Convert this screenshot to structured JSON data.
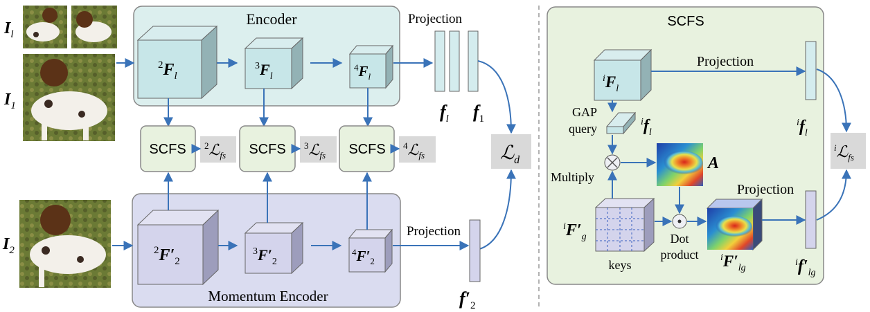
{
  "encoder": {
    "title": "Encoder",
    "feat2_sup": "2",
    "feat2_sub": "l",
    "feat3_sup": "3",
    "feat3_sub": "l",
    "feat4_sup": "4",
    "feat4_sub": "l"
  },
  "momentum": {
    "title": "Momentum Encoder",
    "feat2_sup": "2",
    "feat2_sub": "2",
    "feat3_sup": "3",
    "feat3_sub": "2",
    "feat4_sup": "4",
    "feat4_sub": "2"
  },
  "inputs": {
    "il_sub": "l",
    "i1_sub": "1",
    "i2_sub": "2"
  },
  "scfs_blocks": {
    "label": "SCFS",
    "loss2_sup": "2",
    "loss3_sup": "3",
    "loss4_sup": "4",
    "loss_sub": "fs"
  },
  "projection_top": "Projection",
  "projection_bottom": "Projection",
  "f_l_sub": "l",
  "f_1_sub": "1",
  "f_2_sub": "2",
  "loss_d_sub": "d",
  "panel": {
    "title": "SCFS",
    "feat_sup": "i",
    "feat_sub": "l",
    "projection_top": "Projection",
    "projection_bottom": "Projection",
    "gap": "GAP",
    "query": "query",
    "query_sup": "i",
    "query_sub": "l",
    "multiply": "Multiply",
    "attn": "A",
    "keys_sup": "i",
    "keys_sub": "g",
    "keys": "keys",
    "dot": "Dot",
    "product": "product",
    "flg_sup": "i",
    "flg_sub": "lg",
    "fil_sup": "i",
    "fil_sub": "l",
    "fpl_sup": "i",
    "fpl_sub": "lg",
    "loss_sup": "i",
    "loss_sub": "fs"
  },
  "colors": {
    "encoder_bg": "#dcefee",
    "momentum_bg": "#dadcf0",
    "scfs_bg": "#e8f2df",
    "cube_top": "#d8edee",
    "cube_front": "#c7e6e8",
    "cube_side": "#93b2b5",
    "mcube_front": "#d4d4ec",
    "mcube_top": "#e2e2f2",
    "mcube_side": "#9d9dbc",
    "loss_bg": "#d9d9d9",
    "arrow": "#3a73b8"
  }
}
